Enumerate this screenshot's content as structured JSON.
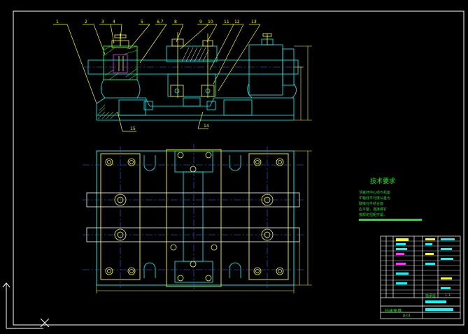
{
  "callouts": [
    "1",
    "2",
    "3",
    "4",
    "5",
    "6,7",
    "8",
    "9",
    "10",
    "11",
    "12",
    "13"
  ],
  "bottom_callouts": [
    "15",
    "14"
  ],
  "tech": {
    "title": "技术要求",
    "lines": [
      "活塞杆中心线与机座",
      "中轴线平行度公差为",
      "联接元件结合面",
      "应平整，连接螺钉",
      "按规定扭矩拧紧。"
    ]
  },
  "title_block": {
    "name_text": "轴承座",
    "scale_text": "1:1",
    "footer_left": "钻床夹具",
    "drawing_no": "JJ-01"
  },
  "colors": {
    "background": "#000000",
    "frame": "#ffffff",
    "outline": "#ffff00",
    "detail": "#00ffff",
    "green": "#22dd33",
    "center": "#4466ff",
    "magenta": "#ff33ff",
    "red": "#ff3333"
  }
}
